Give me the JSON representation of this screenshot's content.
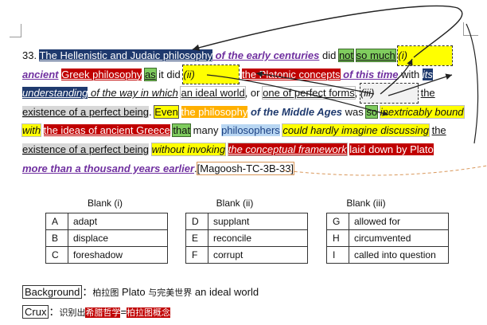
{
  "question": {
    "number": "33.",
    "line1": {
      "t1": "The Hellenistic and Judaic philosophy",
      "t2": " of the early centuries",
      "t3": " did ",
      "t4": "not",
      "t5": " ",
      "t6": "so much",
      "t7": " ",
      "t8": "(i)"
    },
    "line2": {
      "t1": "ancient",
      "t2": " ",
      "t3": "Greek philosophy",
      "t4": " ",
      "t5": "as",
      "t6": " it did ",
      "t7": "(ii)",
      "t8": " ",
      "t9": "the Platonic concepts",
      "t10": " of this time",
      "t11": " with ",
      "t12": "its"
    },
    "line3": {
      "t1": "understanding",
      "t2": " of the way in which",
      "t3": " ",
      "t4": "an ideal world",
      "t5": ", or ",
      "t6": "one of perfect forms",
      "t7": ", ",
      "t8": "(iii)",
      "t9": " ",
      "t10": "the"
    },
    "line4": {
      "t1": "existence of a perfect being",
      "t2": ". ",
      "t3": "Even",
      "t4": " ",
      "t5": "the philosophy",
      "t6": " of the Middle Ages",
      "t7": " was ",
      "t8": "so",
      "t9": " ",
      "t10": "inextricably bound"
    },
    "line5": {
      "t1": "with",
      "t2": " ",
      "t3": "the ideas of ancient Greece",
      "t4": " ",
      "t5": "that",
      "t6": " many ",
      "t7": "philosophers",
      "t8": " ",
      "t9": "could hardly imagine discussing",
      "t10": " ",
      "t11": "the"
    },
    "line6": {
      "t1": "existence of a perfect being",
      "t2": " ",
      "t3": "without invoking",
      "t4": " ",
      "t5": "the conceptual framework",
      "t6": " ",
      "t7": "laid down by Plato"
    },
    "line7": {
      "t1": "more than a thousand years earlier",
      "t2": ".",
      "t3": "[Magoosh-TC-3B-33]"
    }
  },
  "blanks": [
    {
      "title": "Blank (i)",
      "options": [
        {
          "letter": "A",
          "word": "adapt"
        },
        {
          "letter": "B",
          "word": "displace"
        },
        {
          "letter": "C",
          "word": "foreshadow"
        }
      ]
    },
    {
      "title": "Blank (ii)",
      "options": [
        {
          "letter": "D",
          "word": "supplant"
        },
        {
          "letter": "E",
          "word": "reconcile"
        },
        {
          "letter": "F",
          "word": "corrupt"
        }
      ]
    },
    {
      "title": "Blank (iii)",
      "options": [
        {
          "letter": "G",
          "word": "allowed for"
        },
        {
          "letter": "H",
          "word": "circumvented"
        },
        {
          "letter": "I",
          "word": "called into question"
        }
      ]
    }
  ],
  "background": {
    "label": "Background",
    "colon": "：",
    "cjk1": "柏拉图",
    "latin1": " Plato ",
    "cjk2": "与完美世界",
    "latin2": " an ideal world"
  },
  "crux": {
    "label": "Crux",
    "colon": "：",
    "cjk1": "识别出",
    "cjk2": "希腊哲学",
    "eq": "=",
    "cjk3": "柏拉图概念"
  },
  "colors": {
    "navy": "#1f3a6e",
    "red": "#c00000",
    "green": "#7fcc5e",
    "yellow": "#ffff00",
    "orange": "#ffb000",
    "purple": "#7030a0",
    "light_blue": "#b8d6f2",
    "gray": "#d8d8d8"
  }
}
